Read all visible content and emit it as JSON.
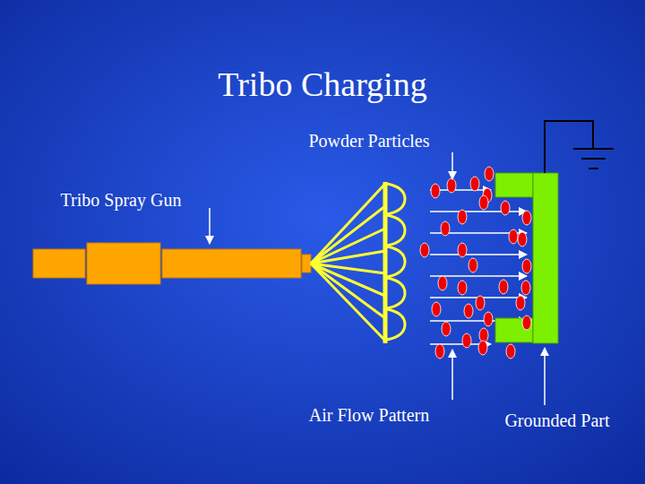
{
  "diagram": {
    "title": "Tribo Charging",
    "labels": [
      "Powder Particles",
      "Tribo Spray Gun",
      "Air Flow Pattern",
      "Grounded Part"
    ]
  }
}
